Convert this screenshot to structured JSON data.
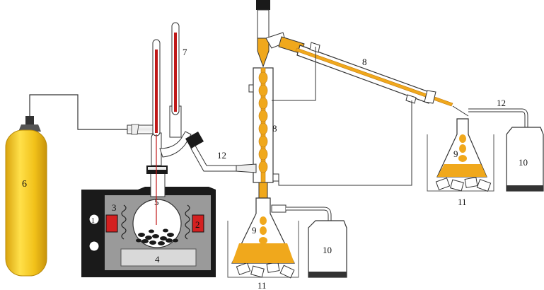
{
  "labels": {
    "heating_control_knob": "1",
    "heating_element_right": "2",
    "heating_coil": "3",
    "magnetic_stirrer": "4",
    "round_bottom_flask": "5",
    "gas_cylinder": "6",
    "thermometer": "7",
    "condenser_vertical": "8",
    "condenser_inclined": "8",
    "distillate_drops_1": "9",
    "distillate_drops_2": "9",
    "receiver_bottle_1": "10",
    "receiver_bottle_2": "10",
    "ice_bath_1": "11",
    "ice_bath_2": "11",
    "tubing_1": "12",
    "tubing_2": "12"
  },
  "colors": {
    "cylinder_yellow": "#f2c21a",
    "liquid_orange": "#f0a81c",
    "heater_dark": "#1a1a1a",
    "heater_gray": "#9a9a9a",
    "heater_red": "#d42020",
    "thermometer_red": "#c01818",
    "glass": "#ffffff"
  }
}
